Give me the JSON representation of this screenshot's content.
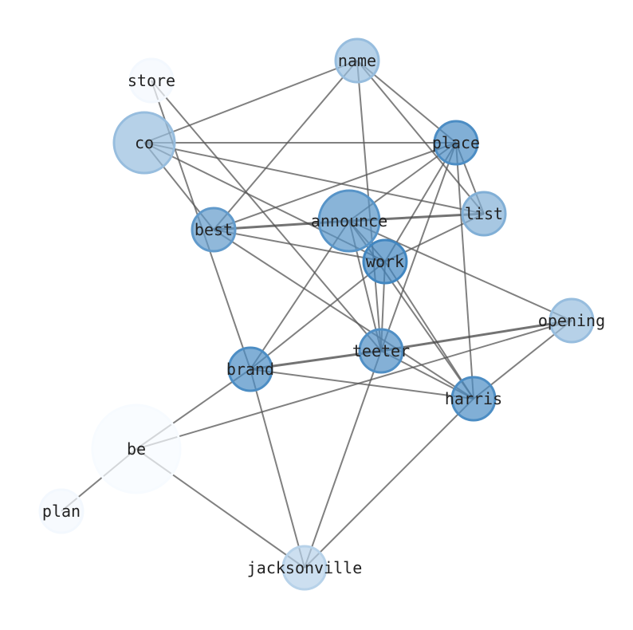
{
  "graph": {
    "nodes": [
      {
        "id": "name",
        "label": "name",
        "shade": 0.45,
        "size": 1
      },
      {
        "id": "store",
        "label": "store",
        "shade": 0.02,
        "size": 1
      },
      {
        "id": "co",
        "label": "co",
        "shade": 0.45,
        "size": 2
      },
      {
        "id": "place",
        "label": "place",
        "shade": 0.8,
        "size": 1
      },
      {
        "id": "list",
        "label": "list",
        "shade": 0.55,
        "size": 1
      },
      {
        "id": "announce",
        "label": "announce",
        "shade": 0.75,
        "size": 2
      },
      {
        "id": "best",
        "label": "best",
        "shade": 0.7,
        "size": 1
      },
      {
        "id": "work",
        "label": "work",
        "shade": 0.85,
        "size": 1
      },
      {
        "id": "opening",
        "label": "opening",
        "shade": 0.45,
        "size": 1
      },
      {
        "id": "teeter",
        "label": "teeter",
        "shade": 0.78,
        "size": 1
      },
      {
        "id": "brand",
        "label": "brand",
        "shade": 0.8,
        "size": 1
      },
      {
        "id": "harris",
        "label": "harris",
        "shade": 0.8,
        "size": 1
      },
      {
        "id": "be",
        "label": "be",
        "shade": 0.0,
        "size": 3
      },
      {
        "id": "plan",
        "label": "plan",
        "shade": 0.02,
        "size": 1
      },
      {
        "id": "jacksonville",
        "label": "jacksonville",
        "shade": 0.3,
        "size": 1
      }
    ],
    "edges": [
      [
        "name",
        "co"
      ],
      [
        "name",
        "best"
      ],
      [
        "name",
        "place"
      ],
      [
        "name",
        "list"
      ],
      [
        "name",
        "teeter"
      ],
      [
        "store",
        "brand"
      ],
      [
        "store",
        "teeter"
      ],
      [
        "co",
        "place"
      ],
      [
        "co",
        "list"
      ],
      [
        "co",
        "work"
      ],
      [
        "co",
        "best"
      ],
      [
        "place",
        "best"
      ],
      [
        "place",
        "announce"
      ],
      [
        "place",
        "work"
      ],
      [
        "place",
        "teeter"
      ],
      [
        "place",
        "harris"
      ],
      [
        "place",
        "list"
      ],
      [
        "announce",
        "best",
        true
      ],
      [
        "announce",
        "list",
        true
      ],
      [
        "announce",
        "brand"
      ],
      [
        "announce",
        "teeter"
      ],
      [
        "announce",
        "harris"
      ],
      [
        "announce",
        "work"
      ],
      [
        "announce",
        "opening"
      ],
      [
        "best",
        "work"
      ],
      [
        "best",
        "harris"
      ],
      [
        "work",
        "brand"
      ],
      [
        "work",
        "list"
      ],
      [
        "work",
        "teeter"
      ],
      [
        "work",
        "harris"
      ],
      [
        "teeter",
        "brand",
        true
      ],
      [
        "teeter",
        "opening",
        true
      ],
      [
        "teeter",
        "harris"
      ],
      [
        "teeter",
        "jacksonville"
      ],
      [
        "brand",
        "harris"
      ],
      [
        "brand",
        "be"
      ],
      [
        "brand",
        "jacksonville"
      ],
      [
        "opening",
        "be"
      ],
      [
        "opening",
        "harris"
      ],
      [
        "harris",
        "jacksonville"
      ],
      [
        "be",
        "plan"
      ],
      [
        "be",
        "jacksonville"
      ]
    ],
    "colors": {
      "light": "#f7fbff",
      "dark": "#2171b5",
      "edge": "#555555"
    }
  }
}
